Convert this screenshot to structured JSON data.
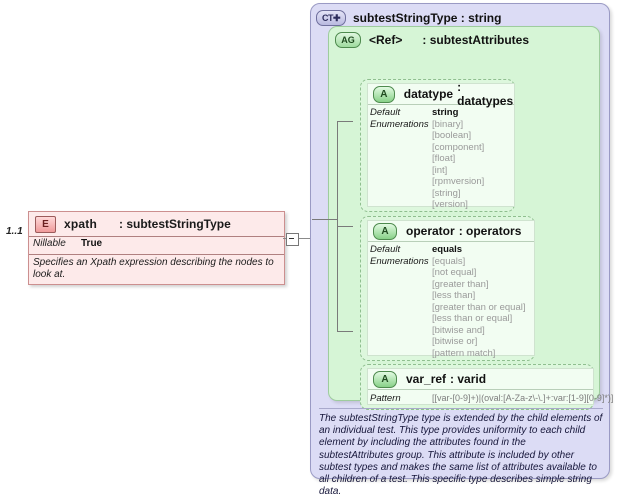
{
  "element": {
    "badge": "E",
    "name": "xpath",
    "type": ": subtestStringType",
    "cardinality": "1..1",
    "facet_label": "Nillable",
    "facet_value": "True",
    "documentation": "Specifies an Xpath expression describing the nodes to look at."
  },
  "complex_type": {
    "badge": "CT",
    "title": "subtestStringType : string",
    "documentation": "The subtestStringType type is extended by the child elements of an individual test.  This type provides uniformity to each child element by including the attributes found in the subtestAttributes group.  This attribute is included by other subtest types and makes the same list of attributes available to all children of a test.  This specific type describes simple string data."
  },
  "attribute_group": {
    "badge": "AG",
    "ref": "<Ref>",
    "type": ": subtestAttributes"
  },
  "attributes": [
    {
      "badge": "A",
      "name": "datatype",
      "type": ": datatypes",
      "facet_names": [
        "Default",
        "Enumerations"
      ],
      "default": "string",
      "enumerations": [
        "[binary]",
        "[boolean]",
        "[component]",
        "[float]",
        "[int]",
        "[rpmversion]",
        "[string]",
        "[version]"
      ]
    },
    {
      "badge": "A",
      "name": "operator",
      "type": ": operators",
      "facet_names": [
        "Default",
        "Enumerations"
      ],
      "default": "equals",
      "enumerations": [
        "[equals]",
        "[not equal]",
        "[greater than]",
        "[less than]",
        "[greater than or equal]",
        "[less than or equal]",
        "[bitwise and]",
        "[bitwise or]",
        "[pattern match]"
      ]
    },
    {
      "badge": "A",
      "name": "var_ref",
      "type": ": varid",
      "pattern_label": "Pattern",
      "pattern_value": "[[var-[0-9]+)|(oval:[A-Za-z\\-\\.]+:var:[1-9][0-9]*)]"
    }
  ],
  "colors": {
    "element_fill": "#fdeaea",
    "complex_type_fill": "#dcdcf5",
    "group_fill": "#d6f5d6",
    "attribute_fill": "#f2fdf2",
    "enumeration_text": "#9a9a9a"
  }
}
